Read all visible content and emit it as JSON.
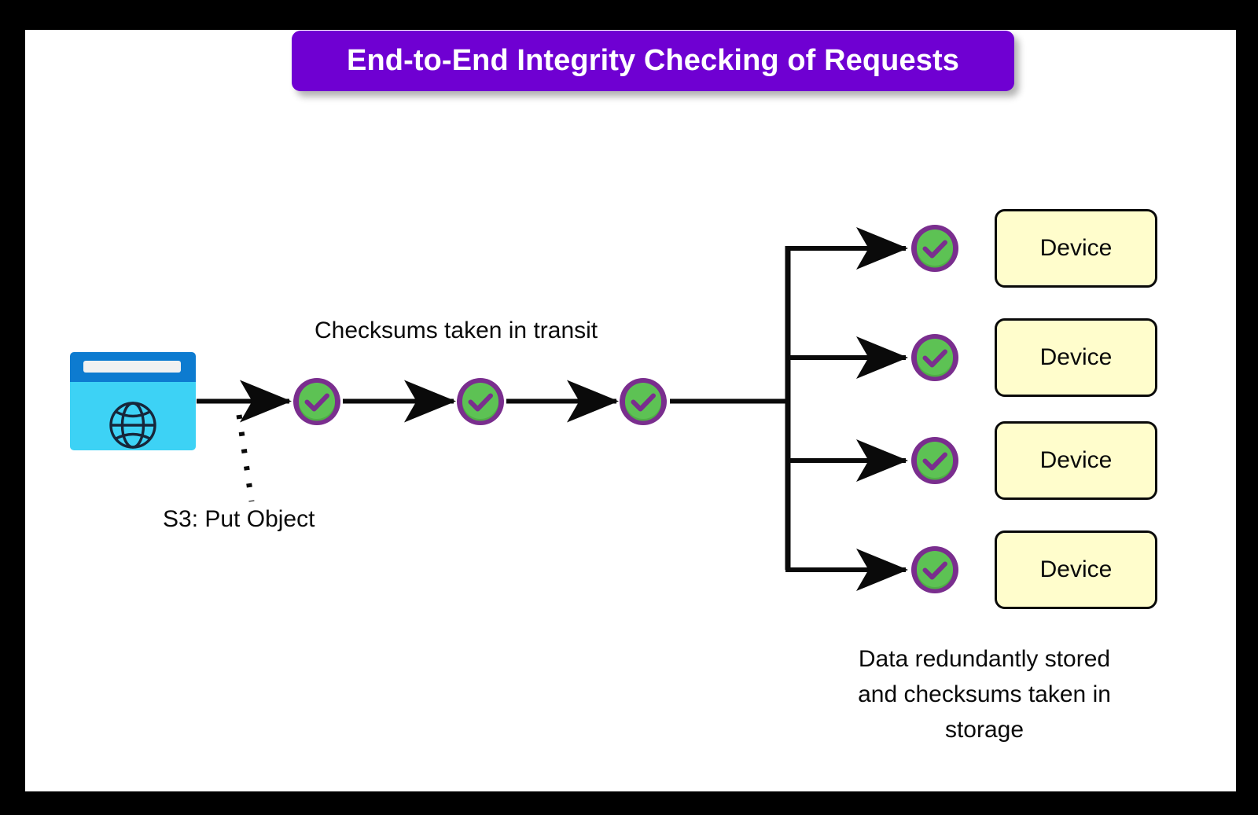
{
  "page": {
    "background_color": "#000000",
    "canvas_color": "#ffffff"
  },
  "title": {
    "text": "End-to-End Integrity Checking of Requests",
    "background_color": "#6F00D2",
    "text_color": "#ffffff"
  },
  "source": {
    "icon_name": "web-browser-globe-icon",
    "chrome_color": "#0D7BD0",
    "viewport_color": "#3DD2F5",
    "label": "S3: Put Object"
  },
  "transit": {
    "label": "Checksums taken in transit",
    "checkpoints": [
      {
        "icon_name": "green-check-badge-icon",
        "order": 1
      },
      {
        "icon_name": "green-check-badge-icon",
        "order": 2
      },
      {
        "icon_name": "green-check-badge-icon",
        "order": 3
      }
    ]
  },
  "storage": {
    "caption_lines": [
      "Data redundantly stored",
      "and checksums taken in",
      "storage"
    ],
    "branches": [
      {
        "checkpoint_icon": "green-check-badge-icon",
        "device_label": "Device"
      },
      {
        "checkpoint_icon": "green-check-badge-icon",
        "device_label": "Device"
      },
      {
        "checkpoint_icon": "green-check-badge-icon",
        "device_label": "Device"
      },
      {
        "checkpoint_icon": "green-check-badge-icon",
        "device_label": "Device"
      }
    ]
  },
  "colors": {
    "badge_green": "#5DC254",
    "badge_purple": "#7A2E8E",
    "device_yellow": "#FFFDCC",
    "connector_black": "#0A0A0A"
  }
}
